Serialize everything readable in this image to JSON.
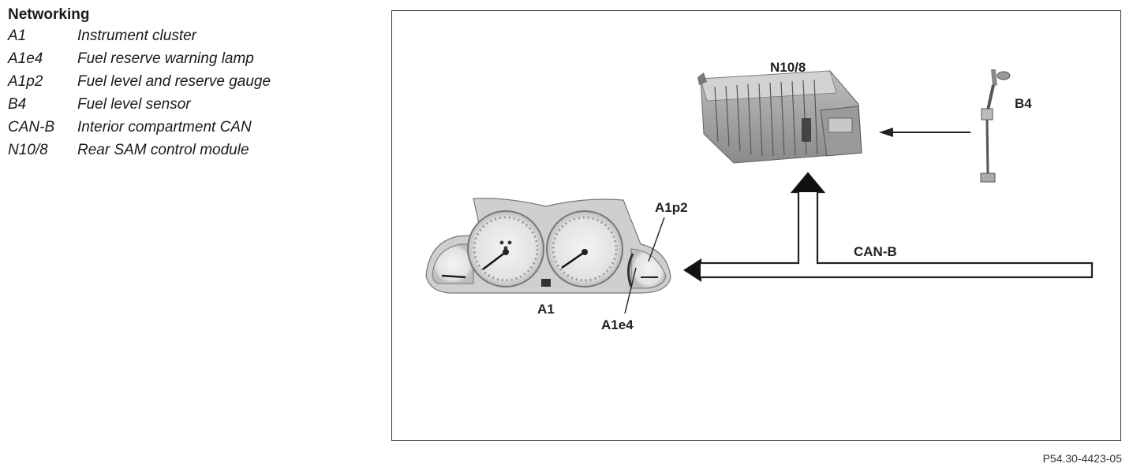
{
  "legend": {
    "title": "Networking",
    "items": [
      {
        "code": "A1",
        "desc": "Instrument cluster"
      },
      {
        "code": "A1e4",
        "desc": "Fuel reserve warning lamp"
      },
      {
        "code": "A1p2",
        "desc": "Fuel level and reserve gauge"
      },
      {
        "code": "B4",
        "desc": "Fuel level sensor"
      },
      {
        "code": "CAN-B",
        "desc": "Interior compartment CAN"
      },
      {
        "code": "N10/8",
        "desc": "Rear SAM control module"
      }
    ]
  },
  "diagram": {
    "labels": {
      "n10_8": "N10/8",
      "b4": "B4",
      "a1p2": "A1p2",
      "can_b": "CAN-B",
      "a1": "A1",
      "a1e4": "A1e4"
    },
    "figure_id": "P54.30-4423-05"
  }
}
